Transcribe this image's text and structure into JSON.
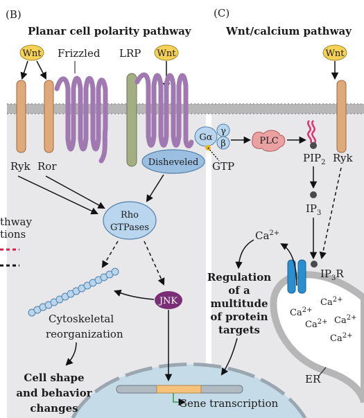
{
  "panels": {
    "b_letter": "(B)",
    "c_letter": "(C)",
    "b_title": "Planar cell polarity pathway",
    "c_title": "Wnt/calcium pathway"
  },
  "labels": {
    "wnt": "Wnt",
    "frizzled": "Frizzled",
    "lrp": "LRP",
    "ryk": "Ryk",
    "ror": "Ror",
    "disheveled": "Disheveled",
    "g_alpha": "Gα",
    "g_gamma": "γ",
    "g_beta": "β",
    "gtp": "GTP",
    "plc": "PLC",
    "pip2_base": "PIP",
    "pip2_sub": "2",
    "ip3_base": "IP",
    "ip3_sub": "3",
    "ip3r_base": "IP",
    "ip3r_sub": "3",
    "ip3r_end": "R",
    "rho_line1": "Rho",
    "rho_line2": "GTPases",
    "jnk": "JNK",
    "ca_base": "Ca",
    "ca_sup": "2+",
    "cyto_line1": "Cytoskeletal",
    "cyto_line2": "reorganization",
    "shape_line1": "Cell shape",
    "shape_line2": "and behavior",
    "shape_line3": "changes",
    "reg_line1": "Regulation",
    "reg_line2": "of a",
    "reg_line3": "multitude",
    "reg_line4": "of protein",
    "reg_line5": "targets",
    "gene_transcription": "Gene transcription",
    "er": "ER",
    "cut_line1": "thway",
    "cut_line2": "tions"
  },
  "colors": {
    "membrane": "#b8b8b8",
    "cytoplasm": "#e8e8ea",
    "wnt_fill": "#f5d257",
    "receptor_fill": "#dfa97a",
    "frizzled": "#9f79b0",
    "lrp_fill": "#a5ae82",
    "disheveled": "#9bbfe0",
    "g_protein": "#b9d6ee",
    "plc": "#e9a1a1",
    "jnk": "#7a2e76",
    "ip3r": "#2b8fcf",
    "nucleus": "#c5dbe8",
    "gene_highlight": "#f4c27a",
    "pip2_tail": "#e0306a",
    "legend_red": "#d0204a"
  }
}
